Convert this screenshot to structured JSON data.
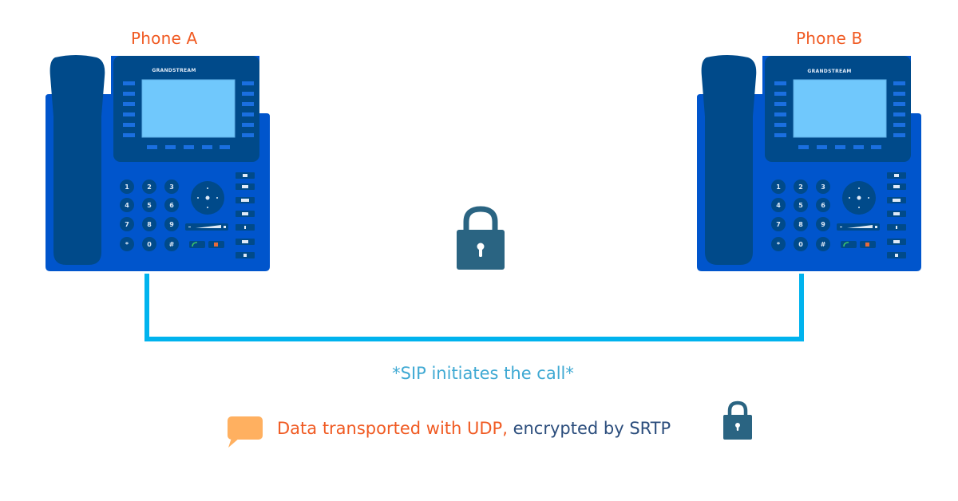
{
  "phones": [
    {
      "label": "Phone A",
      "brand": "GRANDSTREAM"
    },
    {
      "label": "Phone B",
      "brand": "GRANDSTREAM"
    }
  ],
  "keypad": [
    "1",
    "2",
    "3",
    "4",
    "5",
    "6",
    "7",
    "8",
    "9",
    "*",
    "0",
    "#"
  ],
  "caption": "*SIP initiates the call*",
  "legend": {
    "transport_text": "Data transported with UDP,",
    "encryption_text": " encrypted by SRTP",
    "bubble_icon": "speech-bubble-icon",
    "lock_icon": "lock-icon"
  },
  "colors": {
    "label_orange": "#f05a22",
    "phone_body": "#0055cc",
    "phone_dark": "#004a8a",
    "screen": "#70c8fc",
    "line": "#00b3ee",
    "lock": "#2a6482",
    "caption": "#3fa9d3",
    "bubble": "#ffb060",
    "navy_text": "#2b4d7c"
  }
}
